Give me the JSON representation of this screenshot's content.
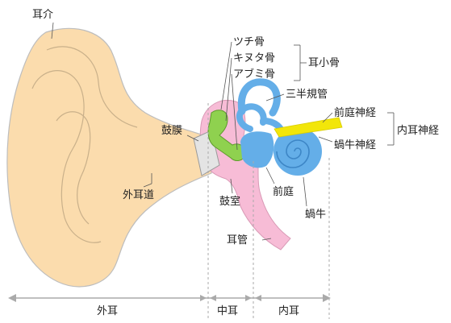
{
  "labels": {
    "auricle": "耳介",
    "tsuchi_bone": "ツチ骨",
    "kinuta_bone": "キヌタ骨",
    "abumi_bone": "アブミ骨",
    "ossicles": "耳小骨",
    "semicircular_canals": "三半規管",
    "vestibular_nerve": "前庭神経",
    "cochlear_nerve": "蝸牛神経",
    "inner_ear_nerve": "内耳神経",
    "eardrum": "鼓膜",
    "ear_canal": "外耳道",
    "tympanic_cavity": "鼓室",
    "vestibule": "前庭",
    "cochlea": "蝸牛",
    "eustachian_tube": "耳管"
  },
  "regions": {
    "outer": "外耳",
    "middle": "中耳",
    "inner": "内耳"
  },
  "colors": {
    "auricle_fill": "#fbdcad",
    "outline": "#a9a9a9",
    "middle_ear": "#f7bcd6",
    "ossicle_green": "#8fd14f",
    "inner_ear_blue": "#64aee8",
    "nerve_yellow": "#f2e60a",
    "eardrum_grey": "#e4e4e4"
  }
}
